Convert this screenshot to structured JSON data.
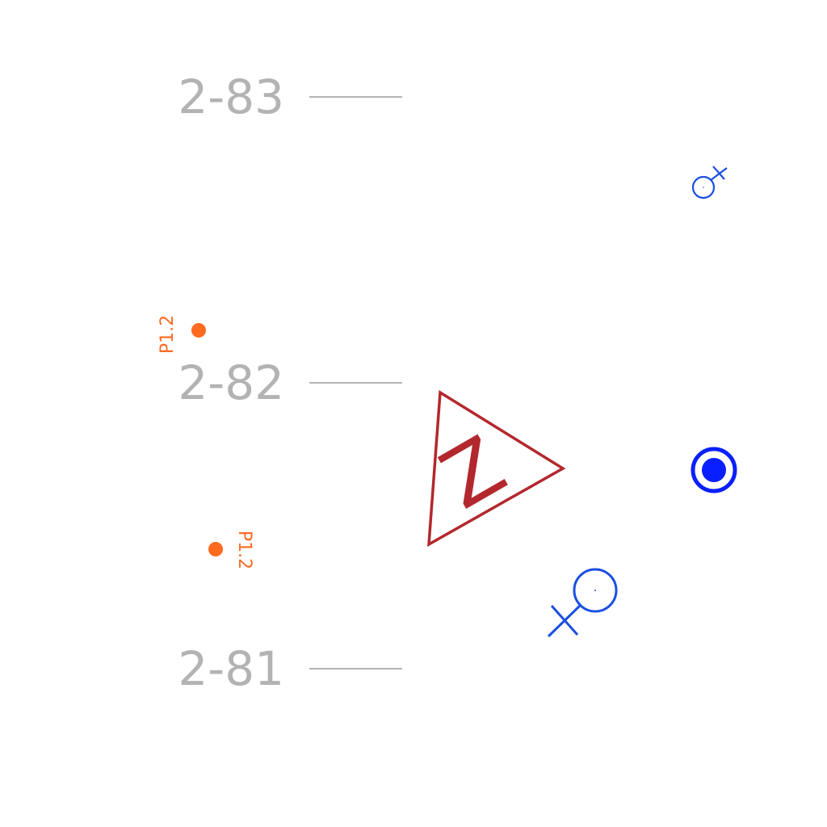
{
  "colors": {
    "gridline": "#b3b3b3",
    "survey_point": "#ff6a21",
    "marker": "#1a4fe0",
    "marker_solid": "#0a1fff",
    "triangle": "#b3282d",
    "background": "#ffffff"
  },
  "gridlines": [
    {
      "label": "2-83"
    },
    {
      "label": "2-82"
    },
    {
      "label": "2-81"
    }
  ],
  "survey_points": [
    {
      "label": "P1.2"
    },
    {
      "label": "P1.2"
    }
  ],
  "triangle_marker": {
    "label": "Z",
    "icon": "triangle-icon"
  },
  "markers": [
    {
      "icon": "circle-cross-small-icon"
    },
    {
      "icon": "bullseye-icon"
    },
    {
      "icon": "circle-cross-large-icon"
    }
  ]
}
